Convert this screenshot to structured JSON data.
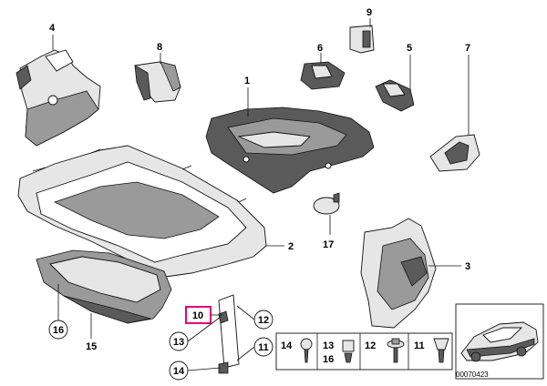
{
  "callouts": {
    "c1": "1",
    "c2": "2",
    "c3": "3",
    "c4": "4",
    "c5": "5",
    "c6": "6",
    "c7": "7",
    "c8": "8",
    "c9": "9",
    "c10": "10",
    "c11": "11",
    "c12": "12",
    "c13": "13",
    "c14": "14",
    "c15": "15",
    "c16": "16",
    "c17": "17",
    "c13b": "13",
    "c14b": "14"
  },
  "hardware": {
    "h14": "14",
    "h13": "13",
    "h16": "16",
    "h12": "12",
    "h11": "11"
  },
  "drawing_code": "00070423",
  "highlight_color": "#e6007e"
}
